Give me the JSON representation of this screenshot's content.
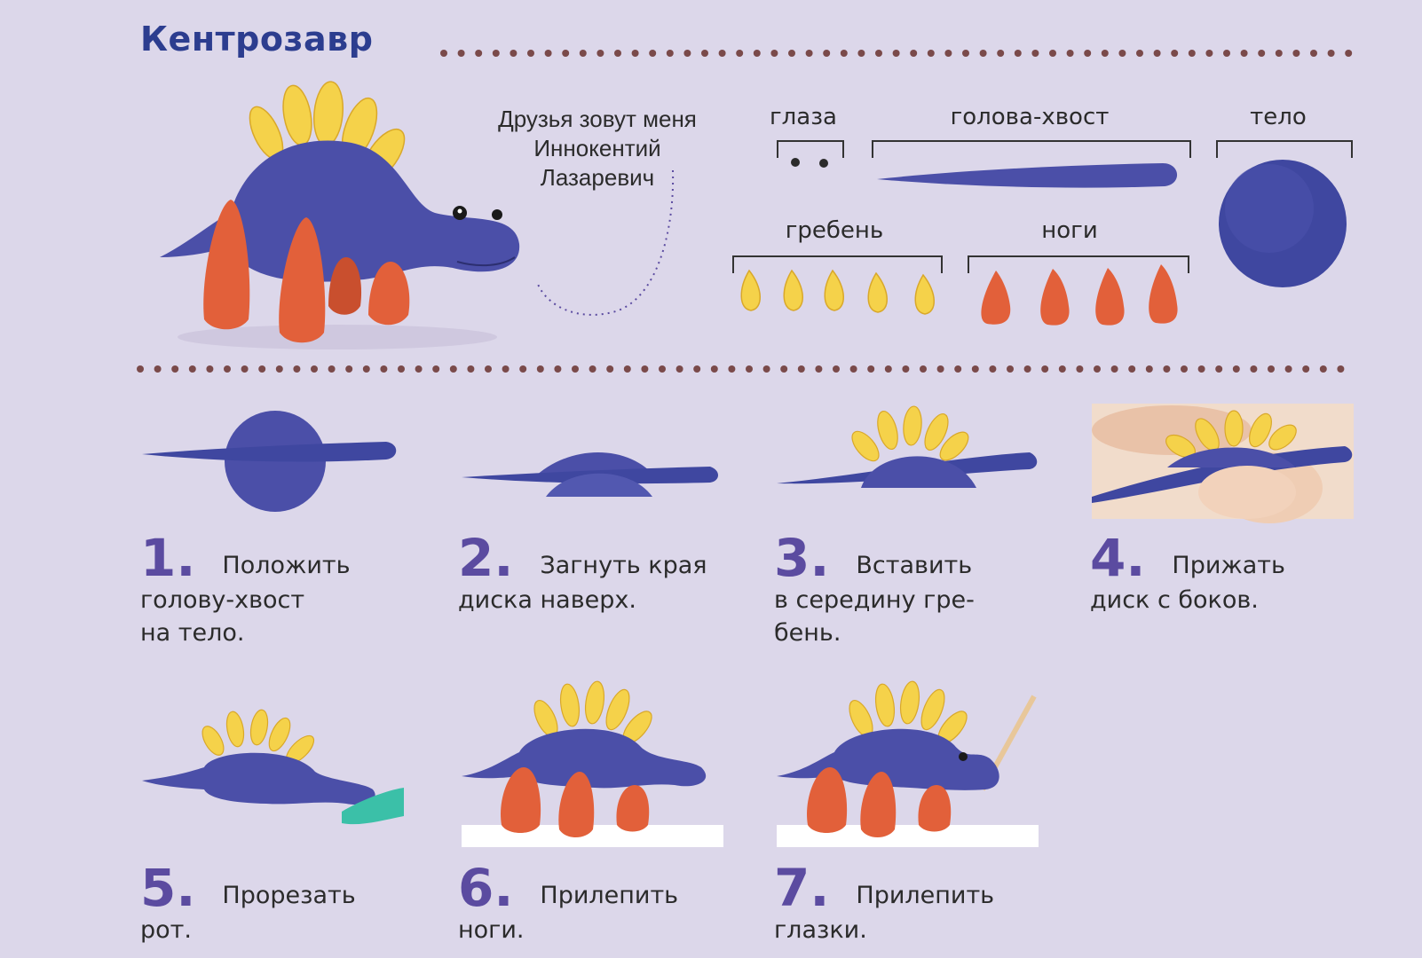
{
  "title": "Кентрозавр",
  "speech": "Друзья зовут меня Иннокентий Лазаревич",
  "parts": {
    "eyes": "глаза",
    "head_tail": "голова-хвост",
    "body": "тело",
    "crest": "гребень",
    "legs": "ноги"
  },
  "steps": [
    {
      "num": "1.",
      "first": "Положить",
      "rest": "голову-хвост\nна тело."
    },
    {
      "num": "2.",
      "first": "Загнуть края",
      "rest": "диска наверх."
    },
    {
      "num": "3.",
      "first": "Вставить",
      "rest": "в середину гре-\nбень."
    },
    {
      "num": "4.",
      "first": "Прижать",
      "rest": "диск с боков."
    },
    {
      "num": "5.",
      "first": "Прорезать",
      "rest": "рот."
    },
    {
      "num": "6.",
      "first": "Прилепить",
      "rest": "ноги."
    },
    {
      "num": "7.",
      "first": "Прилепить",
      "rest": "глазки."
    }
  ],
  "colors": {
    "background": "#dcd7ea",
    "title": "#2c3d8f",
    "step_number": "#5b4ba0",
    "clay_blue": "#4b4fa8",
    "clay_yellow": "#f5d24a",
    "clay_orange": "#e2603a",
    "dots": "#7a4a4a"
  }
}
